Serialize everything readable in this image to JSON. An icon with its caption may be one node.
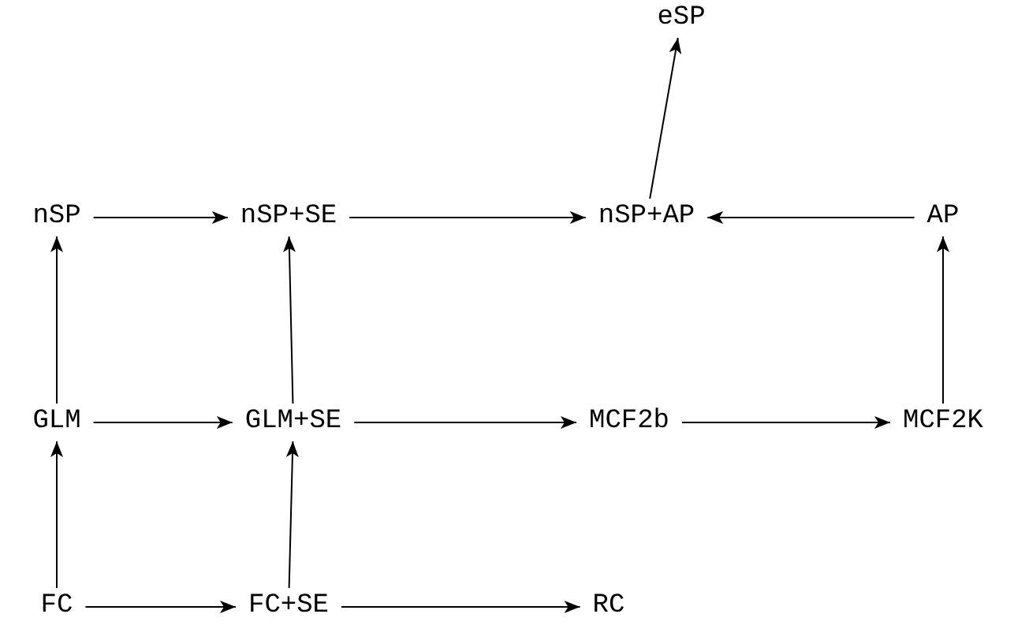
{
  "diagram": {
    "nodes": [
      {
        "text": [
          "eSP"
        ]
      },
      {
        "text": [
          "nSP"
        ]
      },
      {
        "text": [
          "nSP+SE"
        ]
      },
      {
        "text": [
          "nSP+AP"
        ]
      },
      {
        "text": [
          "AP"
        ]
      },
      {
        "text": [
          "GLM"
        ]
      },
      {
        "text": [
          "GLM+SE"
        ]
      },
      {
        "text": [
          "MCF2b"
        ]
      },
      {
        "text": [
          "MCF2K"
        ]
      },
      {
        "text": [
          "FC"
        ]
      },
      {
        "text": [
          "FC+SE"
        ]
      },
      {
        "text": [
          "RC"
        ]
      }
    ],
    "edges": [
      {
        "from": 1,
        "to": 2,
        "arrow": "to"
      },
      {
        "from": 2,
        "to": 3,
        "arrow": "to"
      },
      {
        "from": 4,
        "to": 3,
        "arrow": "to"
      },
      {
        "from": 3,
        "to": 0,
        "arrow": "to"
      },
      {
        "from": 5,
        "to": 1,
        "arrow": "to"
      },
      {
        "from": 5,
        "to": 6,
        "arrow": "to"
      },
      {
        "from": 6,
        "to": 2,
        "arrow": "to"
      },
      {
        "from": 6,
        "to": 7,
        "arrow": "to"
      },
      {
        "from": 7,
        "to": 8,
        "arrow": "to"
      },
      {
        "from": 8,
        "to": 4,
        "arrow": "to"
      },
      {
        "from": 9,
        "to": 5,
        "arrow": "to"
      },
      {
        "from": 9,
        "to": 10,
        "arrow": "to"
      },
      {
        "from": 10,
        "to": 6,
        "arrow": "to"
      },
      {
        "from": 10,
        "to": 11,
        "arrow": "to"
      }
    ]
  }
}
